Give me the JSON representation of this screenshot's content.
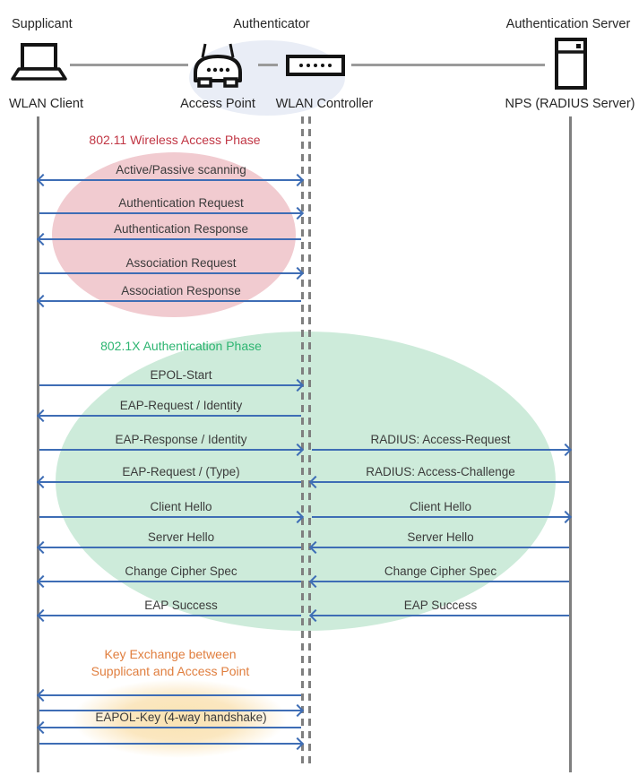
{
  "header": {
    "roles": [
      "Supplicant",
      "Authenticator",
      "Authentication Server"
    ],
    "nodes": [
      "WLAN Client",
      "Access Point",
      "WLAN Controller",
      "NPS (RADIUS Server)"
    ]
  },
  "phases": [
    {
      "title": "802.11 Wireless Access Phase",
      "title_color": "#C13644",
      "ellipse_color": "#F1CBD0"
    },
    {
      "title": "802.1X Authentication Phase",
      "title_color": "#2DB571",
      "ellipse_color": "#CDEBDA"
    },
    {
      "title": "Key Exchange between\nSupplicant and Access Point",
      "title_color": "#E07E3E",
      "ellipse_color": "#FBE7C0"
    }
  ],
  "messages": {
    "left": [
      {
        "label": "Active/Passive scanning",
        "dir": "both"
      },
      {
        "label": "Authentication Request",
        "dir": "right"
      },
      {
        "label": "Authentication Response",
        "dir": "left"
      },
      {
        "label": "Association Request",
        "dir": "right"
      },
      {
        "label": "Association Response",
        "dir": "left"
      },
      {
        "label": "EPOL-Start",
        "dir": "right"
      },
      {
        "label": "EAP-Request / Identity",
        "dir": "left"
      },
      {
        "label": "EAP-Response / Identity",
        "dir": "right"
      },
      {
        "label": "EAP-Request / (Type)",
        "dir": "left"
      },
      {
        "label": "Client Hello",
        "dir": "right"
      },
      {
        "label": "Server Hello",
        "dir": "left"
      },
      {
        "label": "Change Cipher Spec",
        "dir": "left"
      },
      {
        "label": "EAP Success",
        "dir": "left"
      },
      {
        "label": "",
        "dir": "left"
      },
      {
        "label": "",
        "dir": "right"
      },
      {
        "label": "EAPOL-Key (4-way handshake)",
        "dir": "left"
      },
      {
        "label": "",
        "dir": "right"
      }
    ],
    "right": [
      {
        "label": "RADIUS: Access-Request",
        "dir": "right"
      },
      {
        "label": "RADIUS: Access-Challenge",
        "dir": "left"
      },
      {
        "label": "Client Hello",
        "dir": "right"
      },
      {
        "label": "Server Hello",
        "dir": "left"
      },
      {
        "label": "Change Cipher Spec",
        "dir": "left"
      },
      {
        "label": "EAP Success",
        "dir": "left"
      }
    ]
  },
  "colors": {
    "arrow": "#3E6DB5",
    "lifeline": "#7F7F7F",
    "header_line": "#9A9A9A",
    "header_ellipse": "#E9EDF6",
    "text": "#3b3b3b"
  }
}
